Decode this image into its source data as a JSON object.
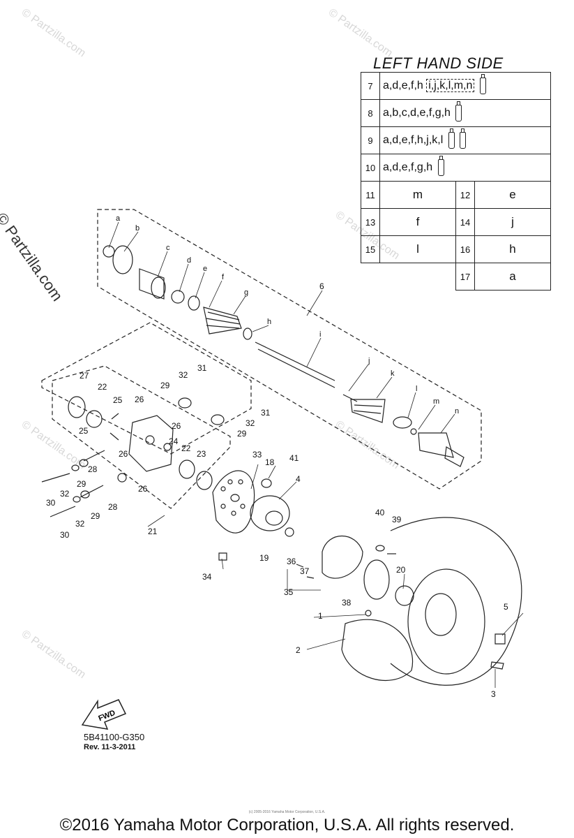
{
  "table": {
    "title": "LEFT HAND SIDE",
    "rows": [
      {
        "num": "7",
        "codes": "a,d,e,f,h",
        "boxed": "i,j,k,l,m,n"
      },
      {
        "num": "8",
        "codes": "a,b,c,d,e,f,g,h"
      },
      {
        "num": "9",
        "codes": "a,d,e,f,h,j,k,l"
      },
      {
        "num": "10",
        "codes": "a,d,e,f,g,h"
      }
    ],
    "pairs": [
      {
        "num": "11",
        "val": "m",
        "num2": "12",
        "val2": "e"
      },
      {
        "num": "13",
        "val": "f",
        "num2": "14",
        "val2": "j"
      },
      {
        "num": "15",
        "val": "l",
        "num2": "16",
        "val2": "h"
      },
      {
        "num2": "17",
        "val2": "a"
      }
    ]
  },
  "callouts": {
    "c1": "1",
    "c2": "2",
    "c3": "3",
    "c4": "4",
    "c5": "5",
    "c6": "6",
    "c18": "18",
    "c19": "19",
    "c20": "20",
    "c21": "21",
    "c22a": "22",
    "c22b": "22",
    "c23": "23",
    "c24": "24",
    "c25a": "25",
    "c25b": "25",
    "c26a": "26",
    "c26b": "26",
    "c26c": "26",
    "c26d": "26",
    "c27": "27",
    "c28a": "28",
    "c28b": "28",
    "c29a": "29",
    "c29b": "29",
    "c29c": "29",
    "c29d": "29",
    "c30a": "30",
    "c30b": "30",
    "c31a": "31",
    "c31b": "31",
    "c32a": "32",
    "c32b": "32",
    "c32c": "32",
    "c32d": "32",
    "c33": "33",
    "c34": "34",
    "c35": "35",
    "c36": "36",
    "c37": "37",
    "c38": "38",
    "c39": "39",
    "c40": "40",
    "c41": "41",
    "la": "a",
    "lb": "b",
    "lc": "c",
    "ld": "d",
    "le": "e",
    "lf": "f",
    "lg": "g",
    "lh": "h",
    "li": "i",
    "lj": "j",
    "lk": "k",
    "ll": "l",
    "lm": "m",
    "ln": "n"
  },
  "fwd_label": "FWD",
  "part_code": "5B41100-G350",
  "revision": "Rev.  11-3-2011",
  "watermark": "© Partzilla.com",
  "fine_print": "(c) 2005-2016 Yamaha Motor Corporation, U.S.A.",
  "copyright": "©2016 Yamaha Motor Corporation, U.S.A. All rights reserved."
}
